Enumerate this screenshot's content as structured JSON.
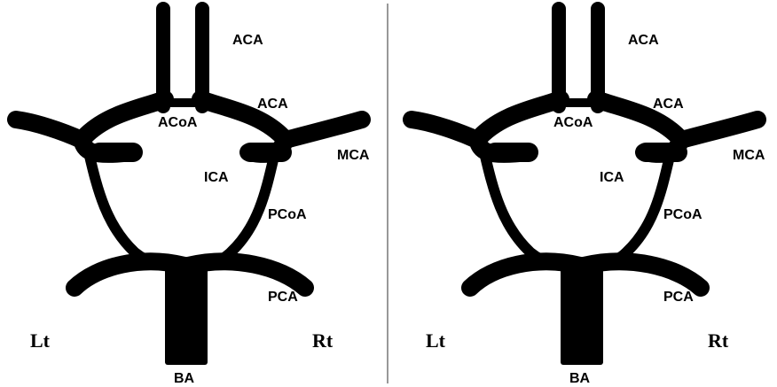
{
  "panels": [
    {
      "id": "left-diagram",
      "labels": {
        "aca_top": "ACA",
        "aca_mid": "ACA",
        "acoa": "ACoA",
        "mca": "MCA",
        "ica": "ICA",
        "pcoa": "PCoA",
        "pca": "PCA",
        "ba": "BA",
        "left_side": "Lt",
        "right_side": "Rt"
      }
    },
    {
      "id": "right-diagram",
      "labels": {
        "aca_top": "ACA",
        "aca_mid": "ACA",
        "acoa": "ACoA",
        "mca": "MCA",
        "ica": "ICA",
        "pcoa": "PCoA",
        "pca": "PCA",
        "ba": "BA",
        "left_side": "Lt",
        "right_side": "Rt"
      }
    }
  ],
  "colors": {
    "vessel": "#000000",
    "background": "#ffffff",
    "divider": "#555555"
  }
}
